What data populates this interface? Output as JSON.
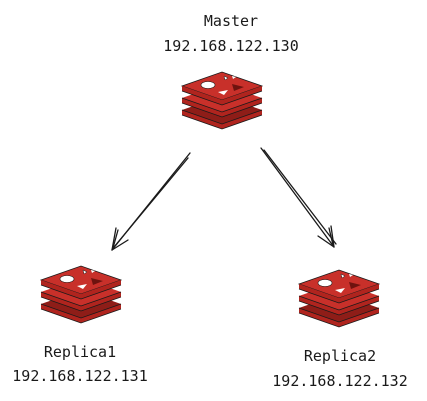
{
  "nodes": {
    "master": {
      "name": "Master",
      "ip": "192.168.122.130",
      "icon": "redis-stack-icon"
    },
    "replica1": {
      "name": "Replica1",
      "ip": "192.168.122.131",
      "icon": "redis-stack-icon"
    },
    "replica2": {
      "name": "Replica2",
      "ip": "192.168.122.132",
      "icon": "redis-stack-icon"
    }
  },
  "colors": {
    "icon_fill": "#c8302a",
    "icon_dark": "#8e1d18",
    "icon_light": "#e25a4f",
    "ink": "#1a1a1a"
  }
}
